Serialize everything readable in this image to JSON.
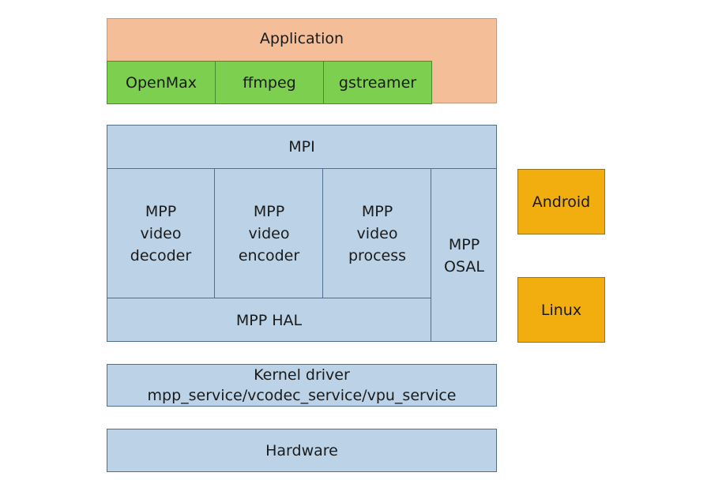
{
  "application": {
    "title": "Application",
    "libraries": [
      "OpenMax",
      "ffmpeg",
      "gstreamer"
    ]
  },
  "mpp": {
    "mpi": "MPI",
    "decoder": [
      "MPP",
      "video",
      "decoder"
    ],
    "encoder": [
      "MPP",
      "video",
      "encoder"
    ],
    "process": [
      "MPP",
      "video",
      "process"
    ],
    "osal": [
      "MPP",
      "OSAL"
    ],
    "hal": "MPP HAL"
  },
  "platforms": [
    "Android",
    "Linux"
  ],
  "kernel": {
    "title": "Kernel driver",
    "services": "mpp_service/vcodec_service/vpu_service"
  },
  "hardware": "Hardware",
  "colors": {
    "application": "#f4bf98",
    "library": "#7ccf4f",
    "mpp_layer": "#bcd3e7",
    "platform": "#f2ae0e"
  }
}
